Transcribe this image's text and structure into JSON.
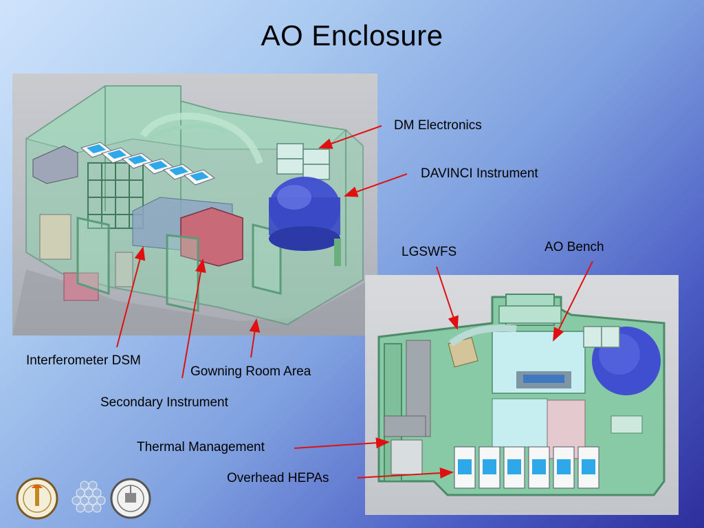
{
  "slide": {
    "title": "AO Enclosure"
  },
  "labels": {
    "dm_electronics": "DM Electronics",
    "davinci_instrument": "DAVINCI Instrument",
    "lgswfs": "LGSWFS",
    "ao_bench": "AO Bench",
    "interferometer_dsm": "Interferometer DSM",
    "gowning_room_area": "Gowning Room Area",
    "secondary_instrument": "Secondary Instrument",
    "thermal_management": "Thermal Management",
    "overhead_hepas": "Overhead HEPAs"
  },
  "colors": {
    "arrow": "#e01010",
    "enclosure_green": "#7fbf9a",
    "tank_blue": "#3f4fd0",
    "panel_cyan": "#2ea8e8"
  },
  "icons": {
    "seal_left": "caltech-seal-icon",
    "seal_middle": "hexagon-mirror-icon",
    "seal_right": "uc-seal-icon"
  }
}
